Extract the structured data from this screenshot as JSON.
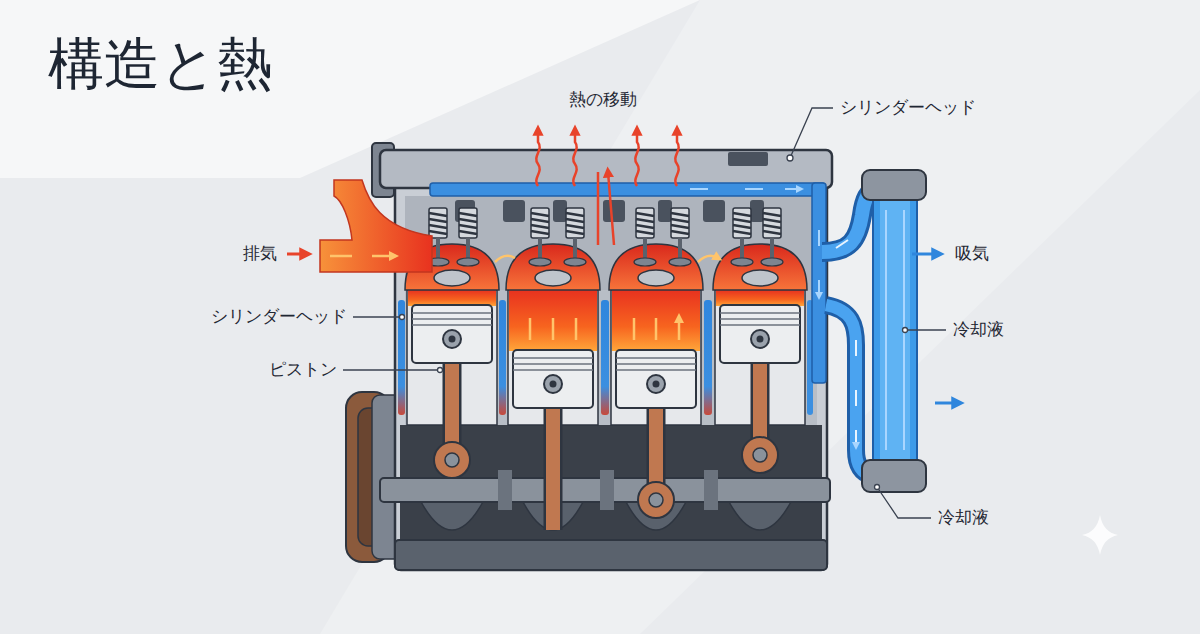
{
  "diagram": {
    "title": "構造と熱",
    "labels": [
      "熱の移動",
      "シリンダーヘッド",
      "排気",
      "吸気",
      "シリンダーヘッド",
      "ピストン",
      "冷却液",
      "冷却液"
    ]
  }
}
